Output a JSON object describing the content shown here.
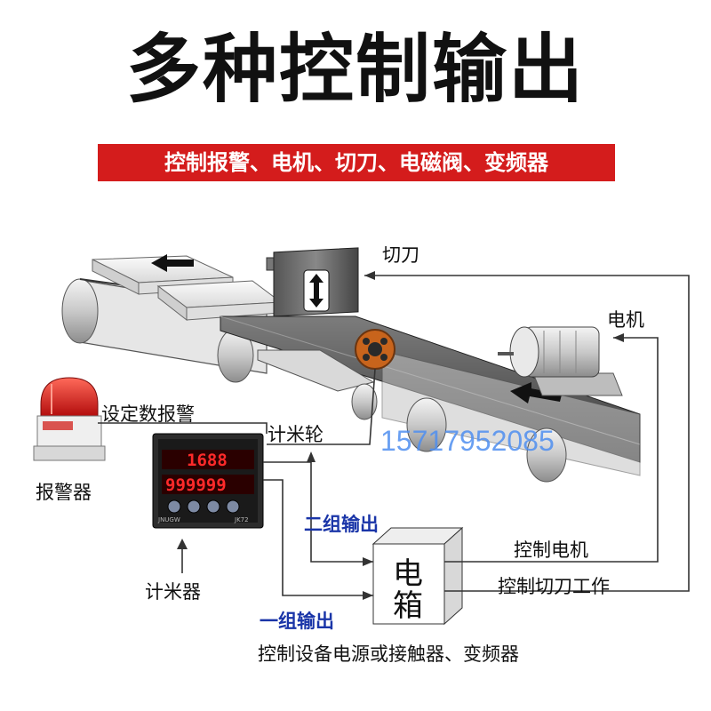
{
  "title": "多种控制输出",
  "subtitle": "控制报警、电机、切刀、电磁阀、变频器",
  "labels": {
    "cutter": "切刀",
    "motor": "电机",
    "alarm_setting": "设定数报警",
    "meter_wheel": "计米轮",
    "alarm": "报警器",
    "meter": "计米器",
    "group2": "二组输出",
    "group1": "一组输出",
    "control_motor": "控制电机",
    "control_cutter": "控制切刀工作",
    "bottom_note": "控制设备电源或接触器、变频器",
    "ebox_1": "电",
    "ebox_2": "箱"
  },
  "phone": "15717952085",
  "display": {
    "row1": "1688",
    "row2": "999999",
    "brand": "JNUGW",
    "model": "JK72"
  },
  "colors": {
    "banner": "#d41c1c",
    "blue_label": "#1a35a8",
    "watermark": "#4f8ff0",
    "led": "#ff2a2a"
  }
}
